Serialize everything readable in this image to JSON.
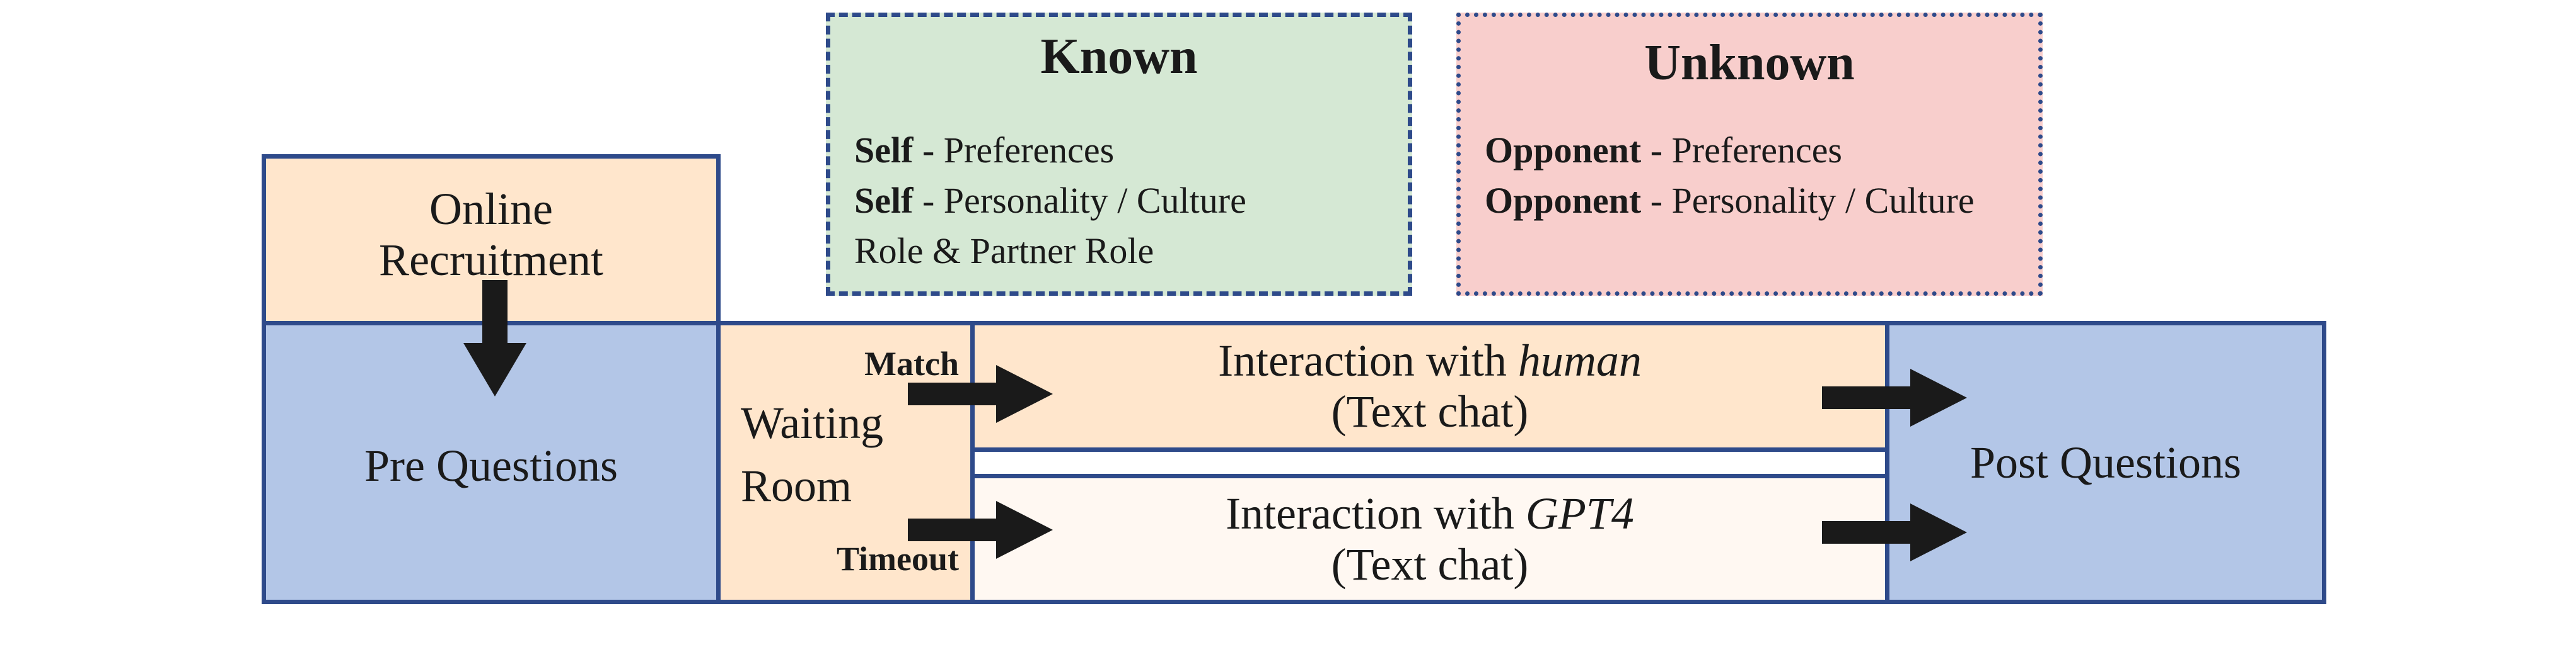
{
  "known": {
    "title": "Known",
    "lines": [
      {
        "bold": "Self",
        "rest": " - Preferences"
      },
      {
        "bold": "Self",
        "rest": " - Personality / Culture"
      },
      {
        "bold": "",
        "rest": "Role & Partner Role"
      }
    ]
  },
  "unknown": {
    "title": "Unknown",
    "lines": [
      {
        "bold": "Opponent",
        "rest": " - Preferences"
      },
      {
        "bold": "Opponent",
        "rest": " - Personality / Culture"
      }
    ]
  },
  "online_recruitment": {
    "line1": "Online",
    "line2": "Recruitment"
  },
  "pre_questions": "Pre Questions",
  "waiting_room": {
    "line1": "Waiting",
    "line2": "Room",
    "match": "Match",
    "timeout": "Timeout"
  },
  "interaction_human": {
    "prefix": "Interaction with ",
    "partner": "human",
    "mode": "(Text chat)"
  },
  "interaction_gpt": {
    "prefix": "Interaction with ",
    "partner": "GPT4",
    "mode": "(Text chat)"
  },
  "post_questions": "Post Questions",
  "colors": {
    "border": "#2e4a8a",
    "known_fill": "#d5e8d4",
    "unknown_fill": "#f8cecc",
    "orange_fill": "#ffe6cc",
    "blue_fill": "#b3c6e7",
    "arrow": "#1a1a1a"
  }
}
